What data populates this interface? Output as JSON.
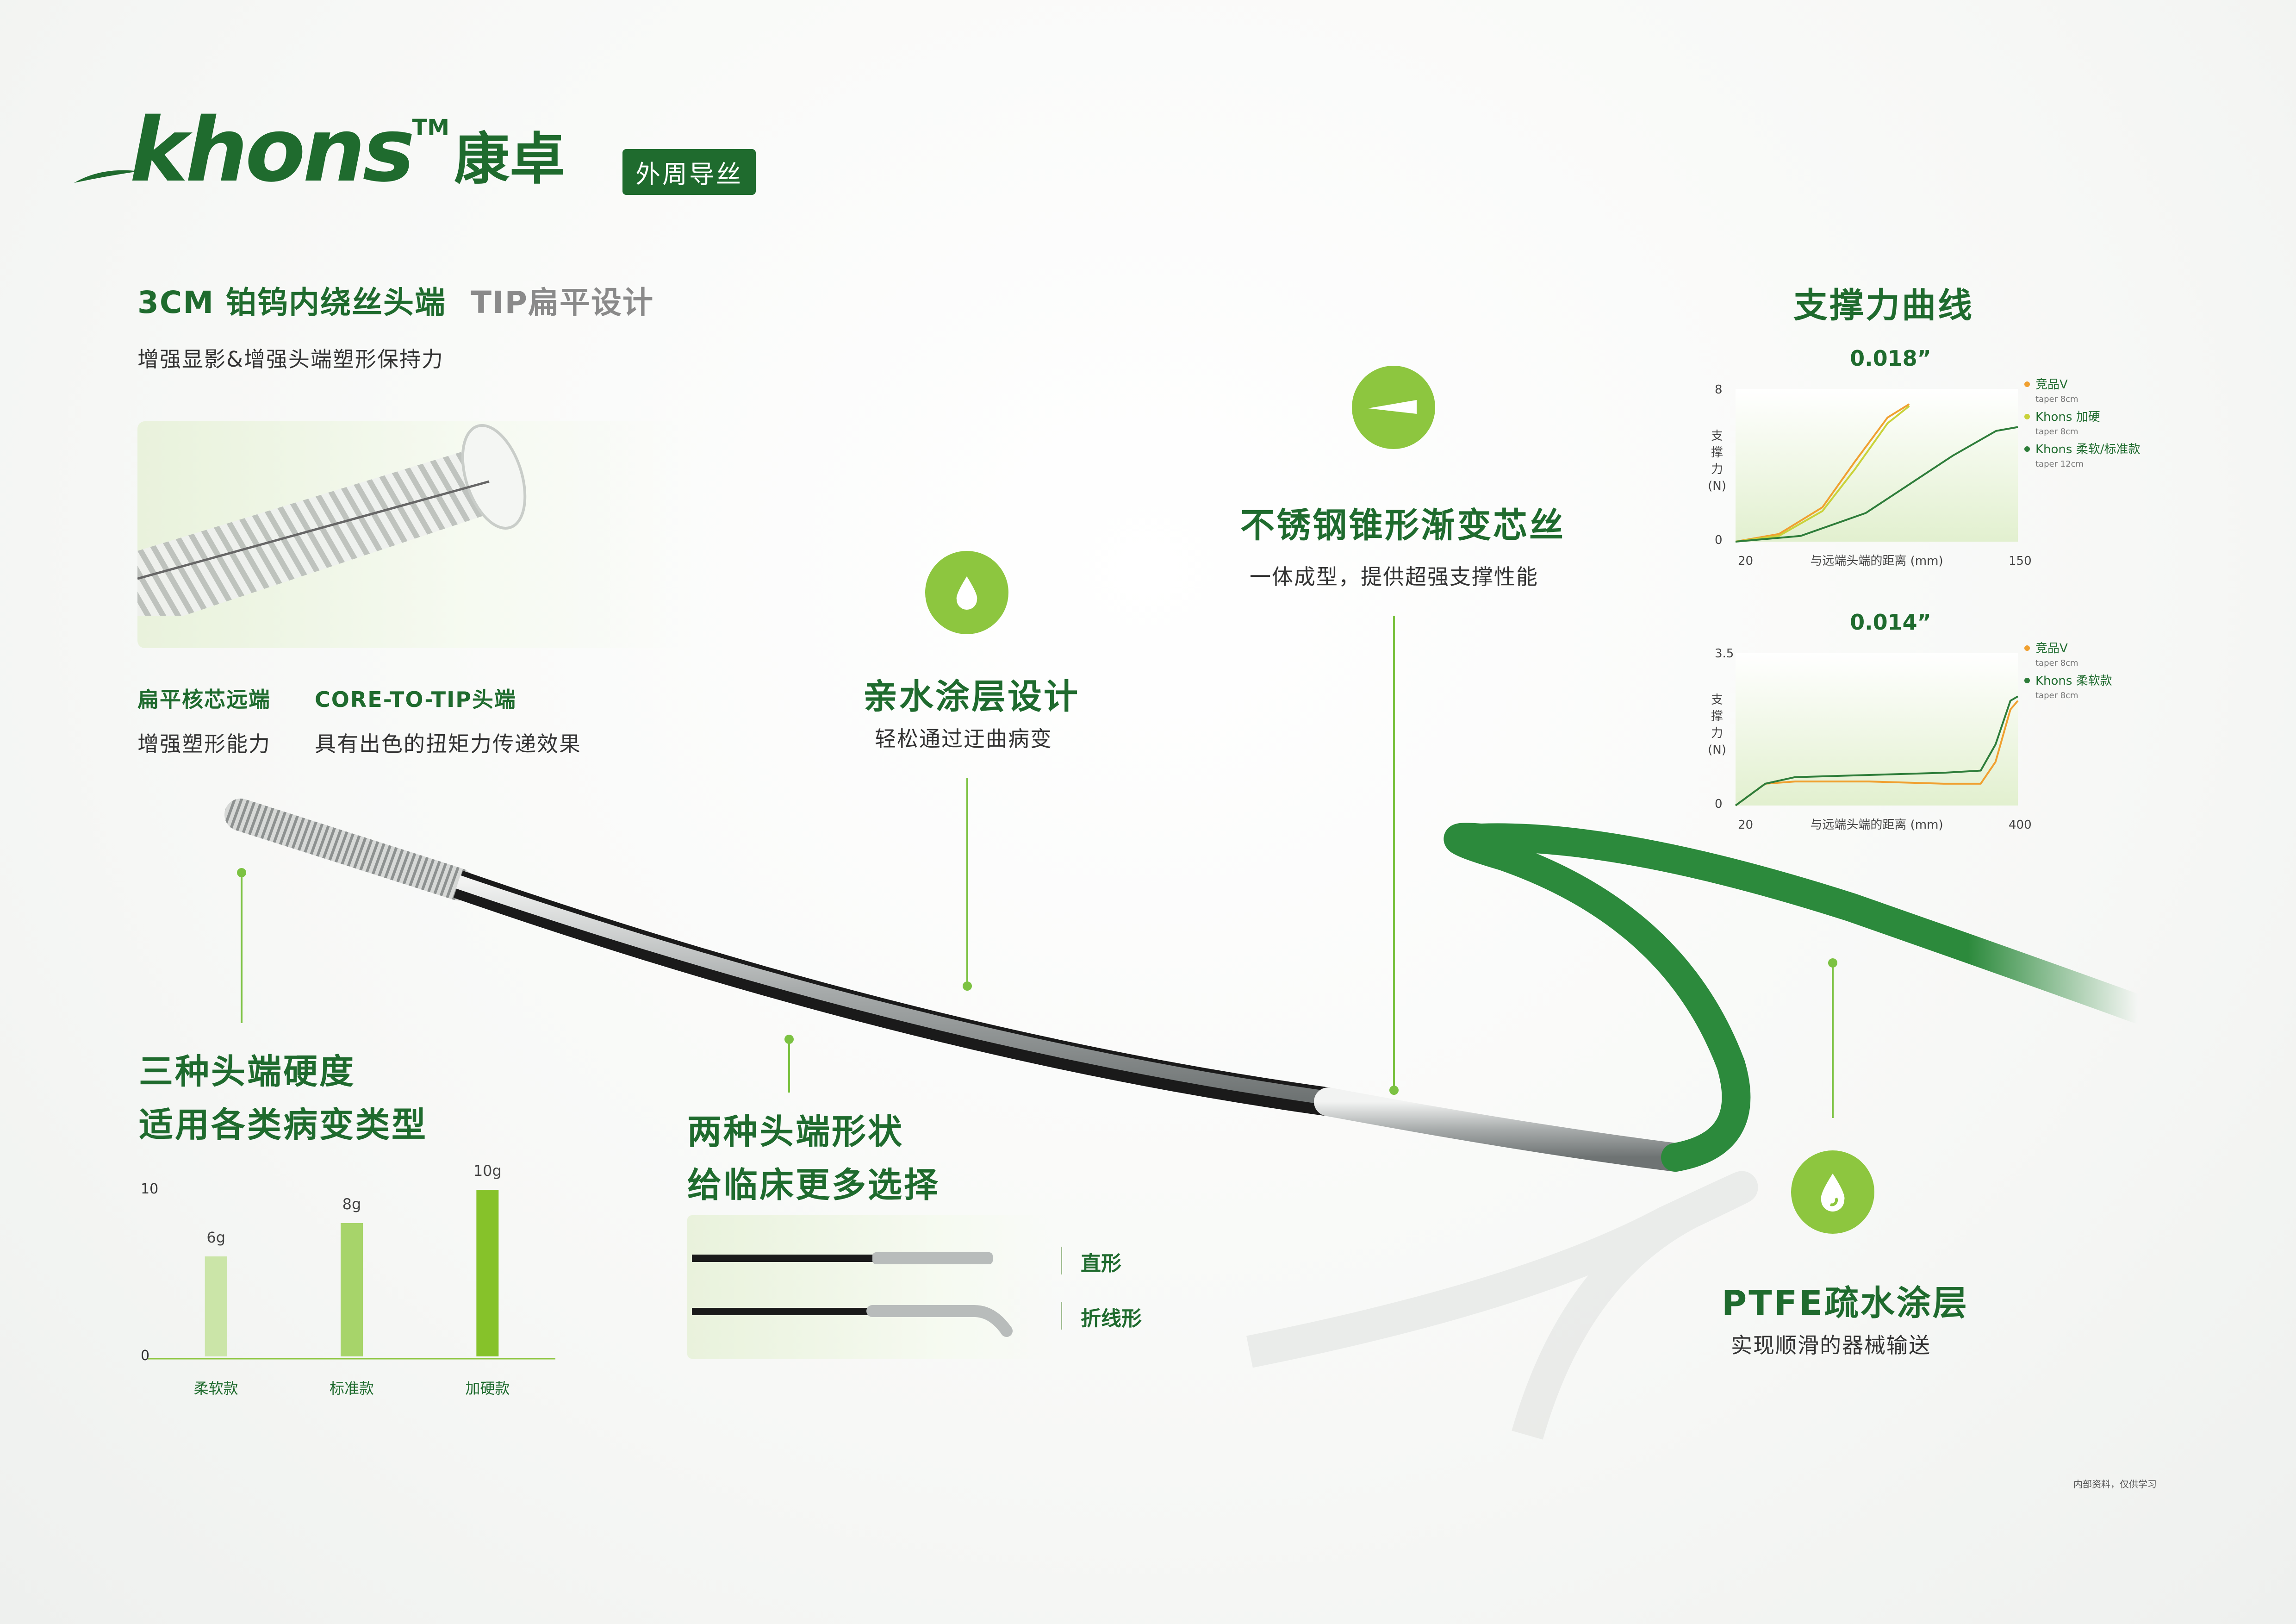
{
  "brand": {
    "logo_text": "khons",
    "tm": "TM",
    "cn_name": "康卓",
    "badge": "外周导丝"
  },
  "tip": {
    "title_green": "3CM 铂钨内绕丝头端",
    "title_gray": "TIP扁平设计",
    "subtitle": "增强显影&增强头端塑形保持力",
    "feature1_title": "扁平核芯远端",
    "feature1_desc": "增强塑形能力",
    "feature2_title": "CORE-TO-TIP头端",
    "feature2_desc": "具有出色的扭矩力传递效果"
  },
  "hydrophilic": {
    "title": "亲水涂层设计",
    "desc": "轻松通过迂曲病变",
    "icon": "water-drop-icon"
  },
  "core": {
    "title": "不锈钢锥形渐变芯丝",
    "desc": "一体成型，提供超强支撑性能",
    "icon": "taper-icon"
  },
  "ptfe": {
    "title": "PTFE疏水涂层",
    "desc": "实现顺滑的器械输送",
    "icon": "water-drop-icon"
  },
  "hardness": {
    "title_line1": "三种头端硬度",
    "title_line2": "适用各类病变类型"
  },
  "shapes": {
    "title_line1": "两种头端形状",
    "title_line2": "给临床更多选择",
    "straight": "直形",
    "angled": "折线形"
  },
  "support": {
    "title": "支撑力曲线"
  },
  "footer": {
    "note": "内部资料，仅供学习"
  },
  "colors": {
    "brand_green": "#1f6b2e",
    "accent_green": "#8dc63f",
    "competitor_orange": "#f0a030",
    "khons_hard": "#c9d23a"
  },
  "chart_data": [
    {
      "type": "bar",
      "title": "",
      "categories": [
        "柔软款",
        "标准款",
        "加硬款"
      ],
      "values": [
        6,
        8,
        10
      ],
      "value_labels": [
        "6g",
        "8g",
        "10g"
      ],
      "ylim": [
        0,
        10
      ],
      "yticks": [
        "0",
        "10"
      ]
    },
    {
      "type": "line",
      "title": "0.018”",
      "xlabel": "与远端头端的距离 (mm)",
      "ylabel": "支撑力 (N)",
      "xlim": [
        20,
        150
      ],
      "ylim": [
        0,
        8
      ],
      "xticks": [
        "20",
        "150"
      ],
      "yticks": [
        "0",
        "8"
      ],
      "series": [
        {
          "name": "竞品V",
          "sub": "taper 8cm",
          "color": "#f0a030",
          "x": [
            20,
            40,
            60,
            75,
            90,
            100
          ],
          "y": [
            0,
            0.4,
            1.8,
            4.2,
            6.5,
            7.2
          ]
        },
        {
          "name": "Khons 加硬",
          "sub": "taper 8cm",
          "color": "#c9d23a",
          "x": [
            20,
            40,
            60,
            75,
            90,
            100
          ],
          "y": [
            0,
            0.3,
            1.6,
            3.8,
            6.2,
            7.1
          ]
        },
        {
          "name": "Khons 柔软/标准款",
          "sub": "taper 12cm",
          "color": "#2e7d3a",
          "x": [
            20,
            50,
            80,
            100,
            120,
            140,
            150
          ],
          "y": [
            0,
            0.3,
            1.5,
            3.0,
            4.5,
            5.8,
            6.0
          ]
        }
      ]
    },
    {
      "type": "line",
      "title": "0.014”",
      "xlabel": "与远端头端的距离 (mm)",
      "ylabel": "支撑力 (N)",
      "xlim": [
        20,
        400
      ],
      "ylim": [
        0,
        3.5
      ],
      "xticks": [
        "20",
        "400"
      ],
      "yticks": [
        "0",
        "3.5"
      ],
      "series": [
        {
          "name": "竞品V",
          "sub": "taper 8cm",
          "color": "#f0a030",
          "x": [
            20,
            60,
            100,
            200,
            300,
            350,
            370,
            390,
            400
          ],
          "y": [
            0,
            0.5,
            0.55,
            0.55,
            0.5,
            0.5,
            1.0,
            2.2,
            2.4
          ]
        },
        {
          "name": "Khons 柔软款",
          "sub": "taper 8cm",
          "color": "#2e7d3a",
          "x": [
            20,
            60,
            100,
            200,
            300,
            350,
            370,
            390,
            400
          ],
          "y": [
            0,
            0.5,
            0.65,
            0.7,
            0.75,
            0.8,
            1.4,
            2.4,
            2.5
          ]
        }
      ]
    }
  ]
}
